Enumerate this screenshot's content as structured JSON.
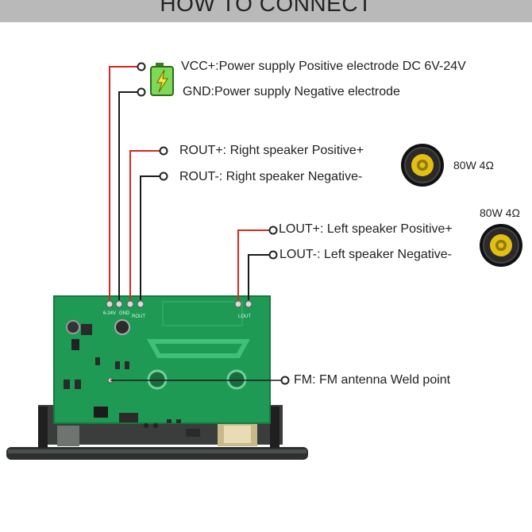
{
  "header": {
    "title": "HOW TO CONNECT"
  },
  "connections": {
    "vcc": "VCC+:Power supply  Positive electrode DC 6V-24V",
    "gnd": "GND:Power supply Negative electrode",
    "rout_pos": "ROUT+:  Right speaker Positive+",
    "rout_neg": "ROUT-:  Right speaker Negative-",
    "lout_pos": "LOUT+:  Left speaker Positive+",
    "lout_neg": "LOUT-:  Left speaker Negative-",
    "fm": "FM:  FM antenna Weld point"
  },
  "speakers": {
    "right_rating": "80W 4Ω",
    "left_rating": "80W 4Ω"
  },
  "board": {
    "pin_label_vcc": "6-24V",
    "pin_label_gnd": "GND",
    "pin_label_rout": "ROUT",
    "pin_label_lout": "LOUT"
  },
  "colors": {
    "positive_wire": "#d42a1e",
    "negative_wire": "#1a1a1a",
    "board_green": "#1f9a55",
    "header_bg": "#b9b9b9"
  }
}
